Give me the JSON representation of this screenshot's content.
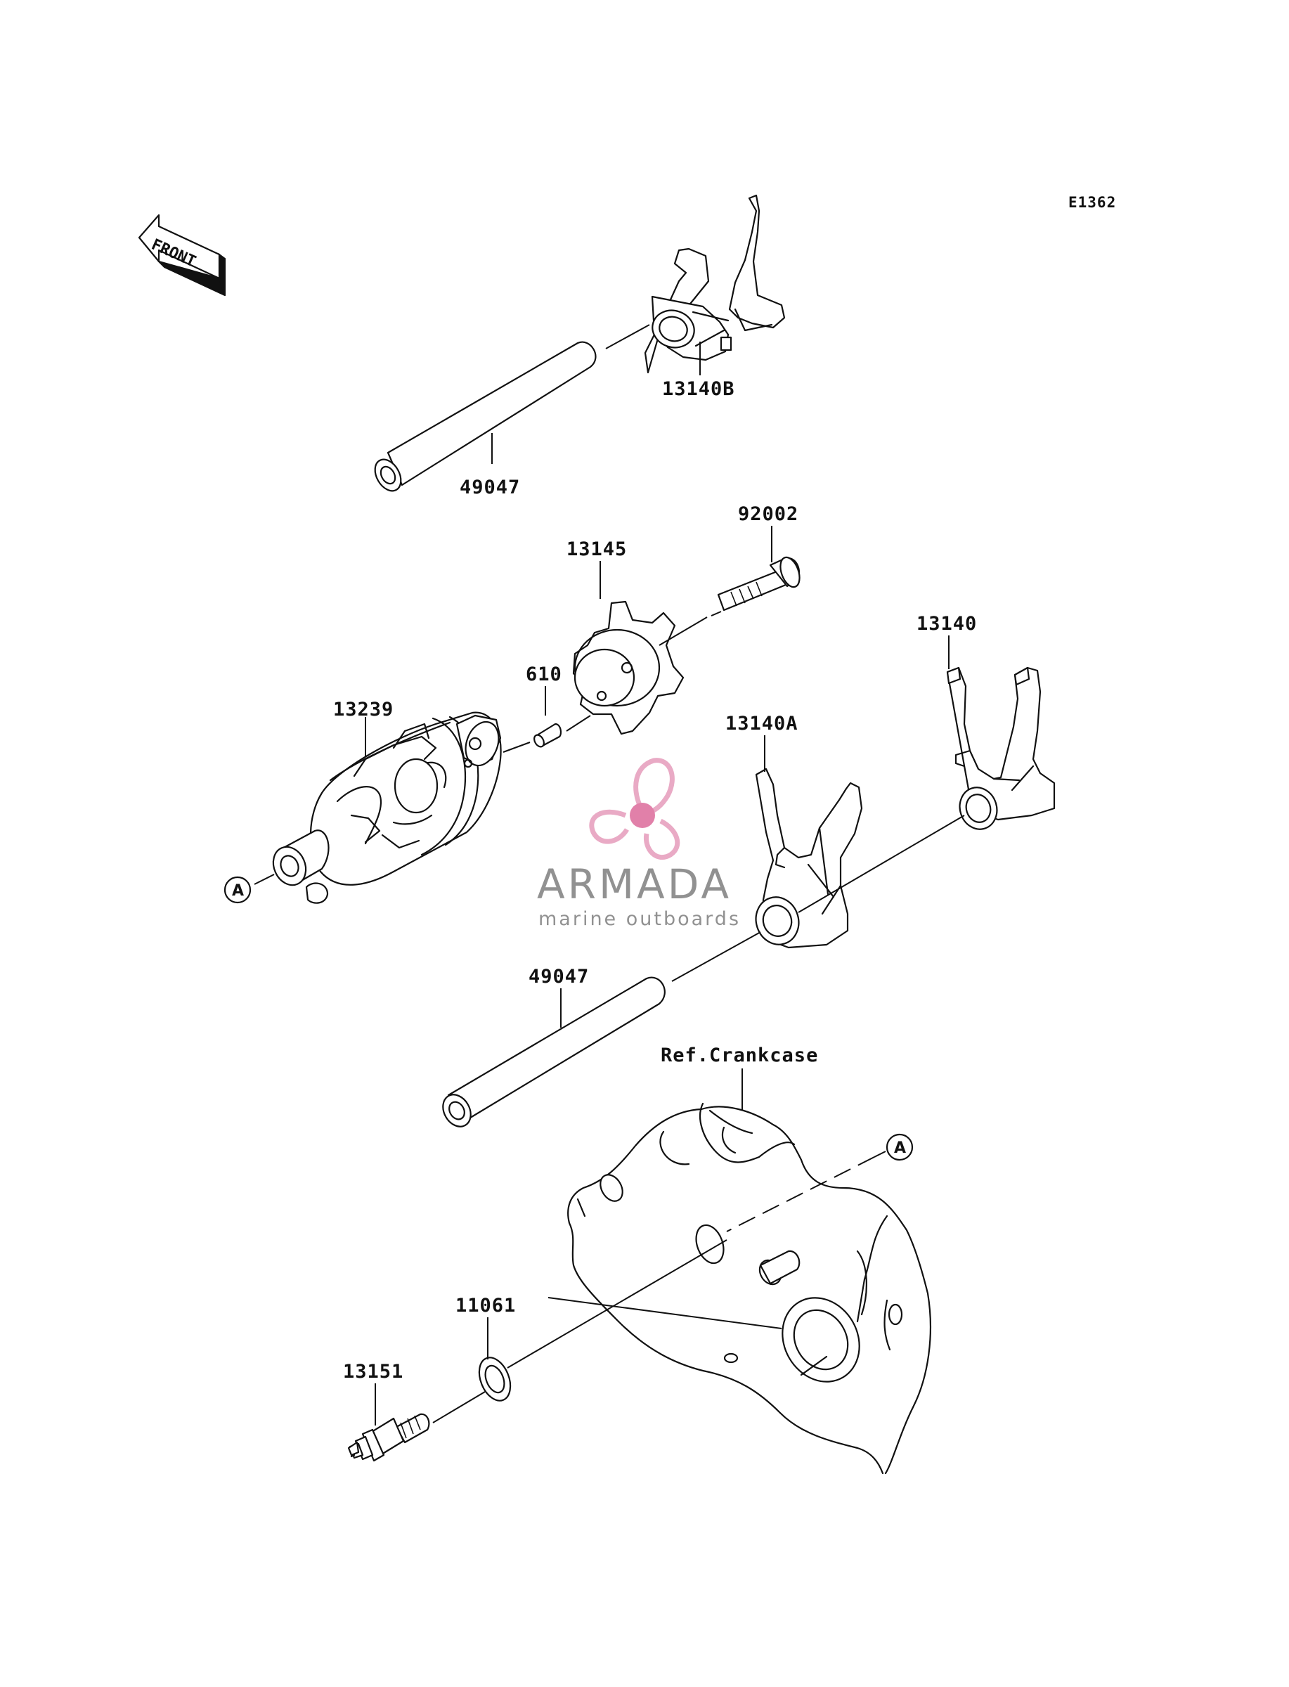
{
  "diagram_code": "E1362",
  "front_arrow": {
    "label": "FRONT"
  },
  "reference_marker": "A",
  "watermark": {
    "name": "ARMADA",
    "tagline": "marine outboards",
    "colors": {
      "logo": "#e8a6c2",
      "hub": "#e07aa5",
      "text": "#8c8c8c"
    }
  },
  "reference_label": "Ref.Crankcase",
  "parts": {
    "fork_13140B": "13140B",
    "shaft_upper": "49047",
    "bolt": "92002",
    "plate": "13145",
    "pin": "610",
    "drum": "13239",
    "fork_13140A": "13140A",
    "fork_13140": "13140",
    "shaft_lower": "49047",
    "gasket": "11061",
    "switch": "13151"
  }
}
